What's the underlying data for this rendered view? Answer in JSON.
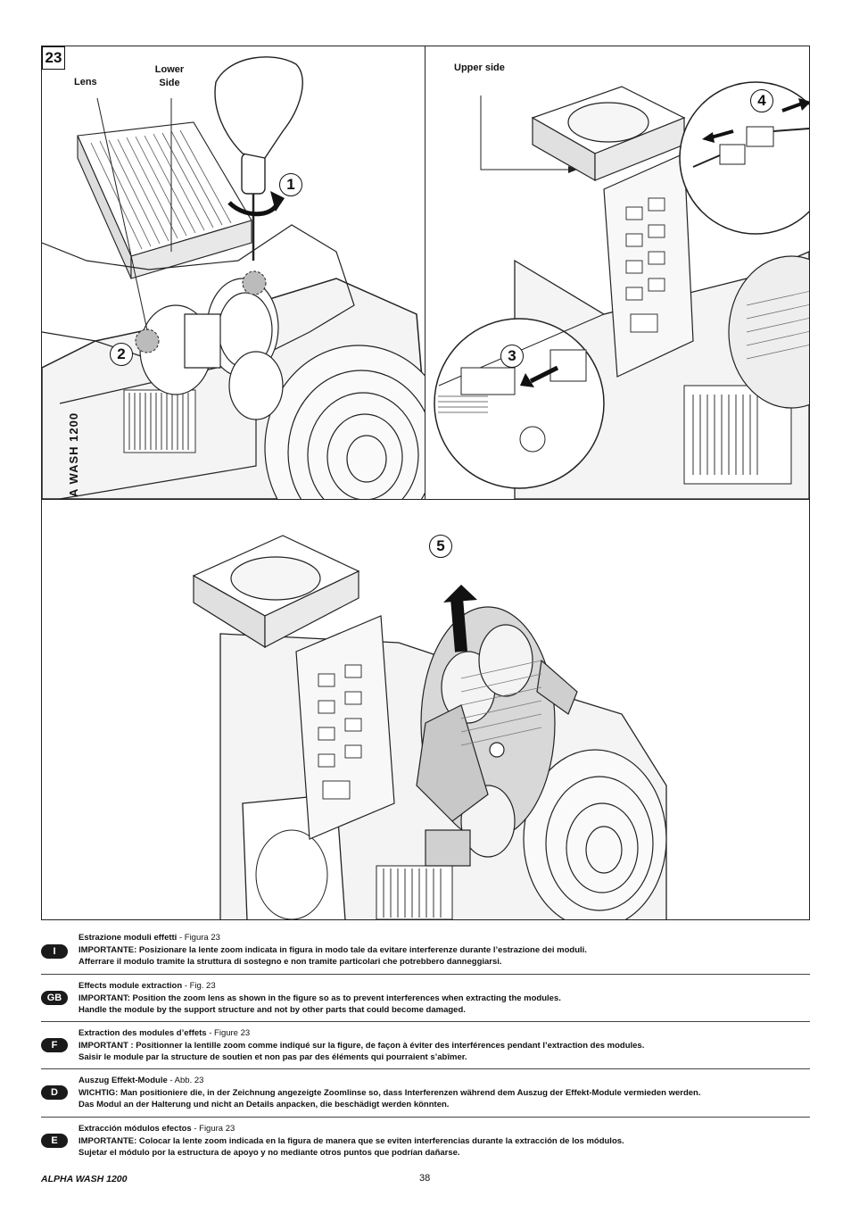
{
  "figure": {
    "number": "23",
    "labels": {
      "lens": "Lens",
      "lower_side": "Lower Side",
      "upper_side": "Upper side"
    },
    "steps": [
      "1",
      "2",
      "3",
      "4",
      "5"
    ],
    "device_side_text": "A WASH 1200"
  },
  "instructions": [
    {
      "lang": "I",
      "title": "Estrazione moduli effetti",
      "ref": " - Figura 23",
      "lines": [
        "IMPORTANTE: Posizionare la lente zoom indicata in figura in modo tale da evitare interferenze durante l’estrazione dei moduli.",
        "Afferrare il modulo tramite la struttura di sostegno e non tramite particolari che potrebbero danneggiarsi."
      ]
    },
    {
      "lang": "GB",
      "title": "Effects module extraction",
      "ref": "  - Fig. 23",
      "lines": [
        "IMPORTANT: Position the zoom lens as shown in the figure so as to prevent interferences when extracting the modules.",
        "Handle the module by the support structure and not by other parts that could become damaged."
      ]
    },
    {
      "lang": "F",
      "title": "Extraction des modules d’effets",
      "ref": " - Figure 23",
      "lines": [
        "IMPORTANT : Positionner la lentille zoom comme indiqué sur la figure, de façon à éviter des interférences pendant l’extraction des modules.",
        "Saisir le module par la structure de soutien et non pas par des éléments qui pourraient s’abîmer."
      ]
    },
    {
      "lang": "D",
      "title": "Auszug Effekt-Module",
      "ref": " - Abb. 23",
      "lines": [
        "WICHTIG: Man positioniere die, in der Zeichnung angezeigte Zoomlinse so, dass Interferenzen während dem Auszug der Effekt-Module vermieden werden.",
        "Das Modul an der Halterung und nicht an Details anpacken, die beschädigt werden könnten."
      ]
    },
    {
      "lang": "E",
      "title": "Extracción módulos efectos",
      "ref": " - Figura 23",
      "lines": [
        "IMPORTANTE: Colocar la lente zoom indicada en la figura de manera que se eviten interferencias durante la extracción de los módulos.",
        "Sujetar el módulo por la estructura de apoyo y no mediante otros puntos que podrían dañarse."
      ]
    }
  ],
  "footer": {
    "product": "ALPHA WASH 1200",
    "page": "38"
  }
}
